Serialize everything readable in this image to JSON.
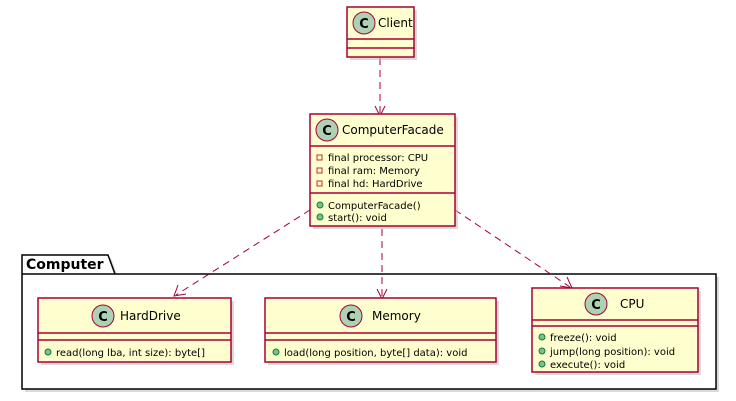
{
  "package": {
    "name": "Computer"
  },
  "classes": {
    "client": {
      "name": "Client",
      "stereotype": "C",
      "attributes": [],
      "methods": []
    },
    "facade": {
      "name": "ComputerFacade",
      "stereotype": "C",
      "attributes": [
        "final processor: CPU",
        "final ram: Memory",
        "final hd: HardDrive"
      ],
      "methods": [
        "ComputerFacade()",
        "start(): void"
      ]
    },
    "harddrive": {
      "name": "HardDrive",
      "stereotype": "C",
      "attributes": [],
      "methods": [
        "read(long lba, int size): byte[]"
      ]
    },
    "memory": {
      "name": "Memory",
      "stereotype": "C",
      "attributes": [],
      "methods": [
        "load(long position, byte[] data): void"
      ]
    },
    "cpu": {
      "name": "CPU",
      "stereotype": "C",
      "attributes": [],
      "methods": [
        "freeze(): void",
        "jump(long position): void",
        "execute(): void"
      ]
    }
  },
  "relations": [
    {
      "from": "Client",
      "to": "ComputerFacade",
      "style": "dashed"
    },
    {
      "from": "ComputerFacade",
      "to": "HardDrive",
      "style": "dashed"
    },
    {
      "from": "ComputerFacade",
      "to": "Memory",
      "style": "dashed"
    },
    {
      "from": "ComputerFacade",
      "to": "CPU",
      "style": "dashed"
    }
  ],
  "colors": {
    "class_fill": "#FEFECE",
    "class_border": "#A80036",
    "stereotype_circle": "#ADD1B2",
    "private_marker": "#C82930",
    "public_marker": "#84BE84"
  }
}
